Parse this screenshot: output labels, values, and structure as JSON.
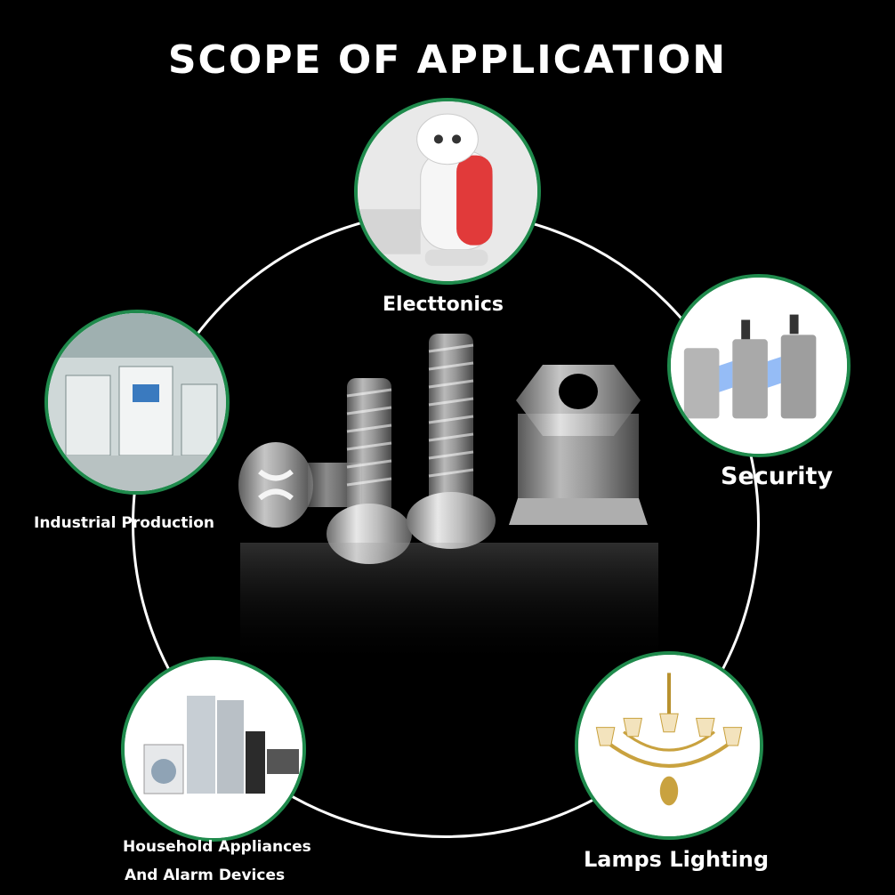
{
  "title": "SCOPE OF APPLICATION",
  "applications": [
    {
      "label": "Electtonics",
      "icon": "robot-icon"
    },
    {
      "label": "Security",
      "icon": "turnstile-gate-icon"
    },
    {
      "label": "Industrial Production",
      "icon": "factory-machinery-icon"
    },
    {
      "label": "Household Appliances",
      "label2": "And Alarm Devices",
      "icon": "appliances-icon"
    },
    {
      "label": "Lamps Lighting",
      "icon": "chandelier-icon"
    }
  ],
  "colors": {
    "background": "#000000",
    "ring": "#ffffff",
    "bubble_border": "#1f8a4c",
    "text": "#ffffff"
  }
}
